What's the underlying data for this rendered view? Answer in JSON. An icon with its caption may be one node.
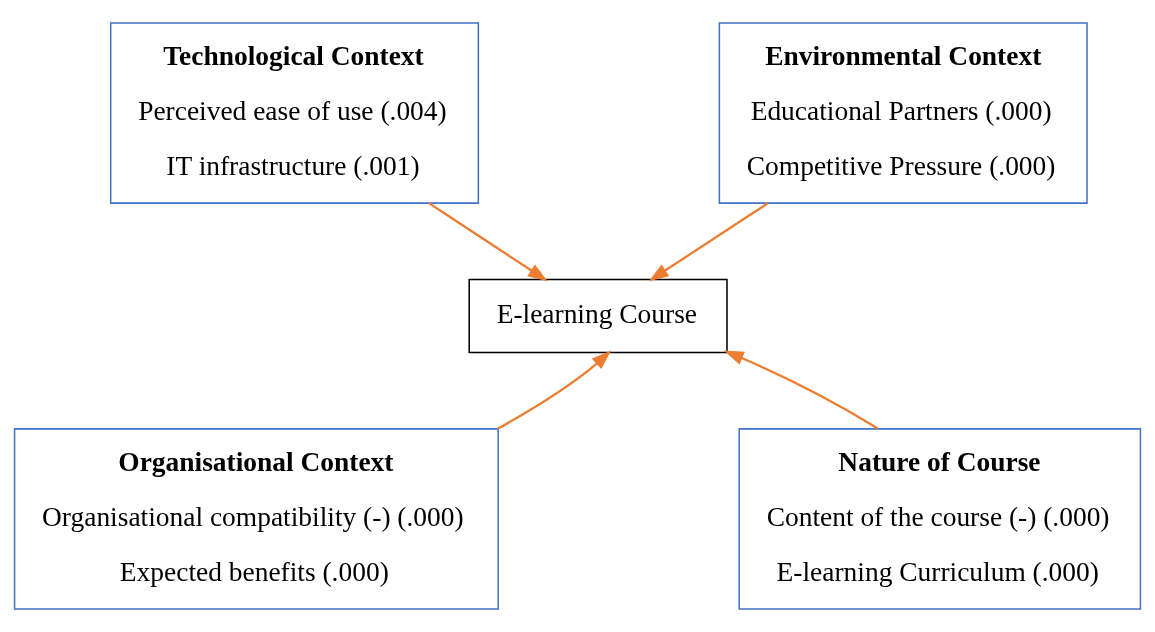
{
  "diagram": {
    "nodes": [
      {
        "text": [
          "Technological Context",
          "Perceived ease of use (.004)",
          "IT infrastructure (.001)"
        ]
      },
      {
        "text": [
          "Environmental Context",
          "Educational Partners (.000)",
          "Competitive Pressure (.000)"
        ]
      },
      {
        "text": [
          "E-learning Course"
        ]
      },
      {
        "text": [
          "Organisational Context",
          "Organisational compatibility (-) (.000)",
          "Expected benefits (.000)"
        ]
      },
      {
        "text": [
          "Nature of Course",
          "Content of the course (-) (.000)",
          "E-learning Curriculum (.000)"
        ]
      }
    ],
    "edges": [
      {
        "from": 0,
        "to": 2,
        "arrow": "to"
      },
      {
        "from": 1,
        "to": 2,
        "arrow": "to"
      },
      {
        "from": 3,
        "to": 2,
        "arrow": "to"
      },
      {
        "from": 4,
        "to": 2,
        "arrow": "to"
      }
    ]
  }
}
